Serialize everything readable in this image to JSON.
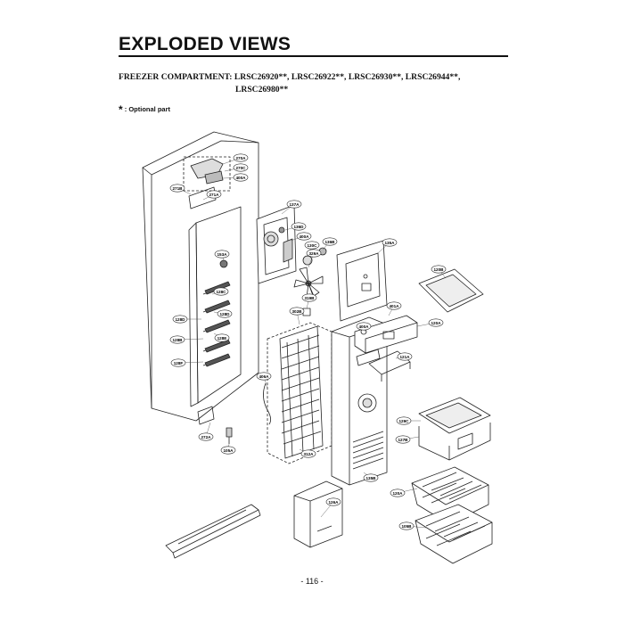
{
  "heading": "EXPLODED VIEWS",
  "subtitle_line1": "FREEZER COMPARTMENT: LRSC26920**, LRSC26922**, LRSC26930**, LRSC26944**,",
  "subtitle_line2": "LRSC26980**",
  "note_star": "*",
  "note_text": ": Optional part",
  "page_number": "- 116 -",
  "part_labels": [
    "270A",
    "270C",
    "400A",
    "271B",
    "271A",
    "137A",
    "136D",
    "400A",
    "130C",
    "136B",
    "329A",
    "135A",
    "120B",
    "153A",
    "128C",
    "319B",
    "302B",
    "128D",
    "128E",
    "128D",
    "128B",
    "128F",
    "401A",
    "120A",
    "400A",
    "121A",
    "129C",
    "127B",
    "135B",
    "120A",
    "272A",
    "105A",
    "406A",
    "312A",
    "126A",
    "105B"
  ]
}
